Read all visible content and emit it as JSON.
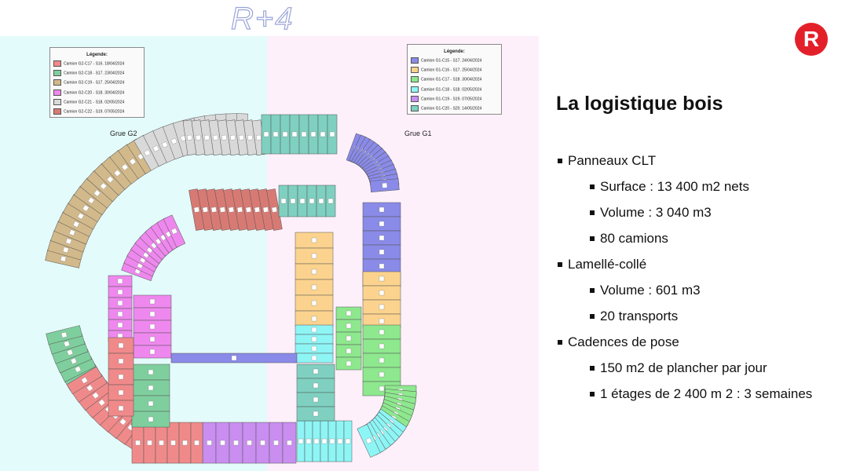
{
  "floor_label": "R+4",
  "logo": {
    "letter": "R",
    "color": "#e3202a"
  },
  "title": "La logistique bois",
  "bullets": [
    {
      "level": 1,
      "text": "Panneaux CLT"
    },
    {
      "level": 2,
      "text": "Surface : 13 400 m2 nets"
    },
    {
      "level": 2,
      "text": "Volume : 3 040 m3"
    },
    {
      "level": 2,
      "text": "80 camions"
    },
    {
      "level": 1,
      "text": "Lamellé-collé"
    },
    {
      "level": 2,
      "text": "Volume : 601 m3"
    },
    {
      "level": 2,
      "text": "20 transports"
    },
    {
      "level": 1,
      "text": "Cadences de pose"
    },
    {
      "level": 2,
      "text": "150 m2 de plancher par jour"
    },
    {
      "level": 2,
      "text": "1 étages de 2 400 m 2 : 3 semaines"
    }
  ],
  "plan": {
    "zone_colors": {
      "g2": "#e4fbfb",
      "g1": "#fdf0fb"
    },
    "cranes": {
      "g2": "Grue G2",
      "g1": "Grue G1"
    },
    "legend_g2": {
      "title": "Légende:",
      "items": [
        {
          "label": "Camion G2-C17 - S16. 18/04/2024",
          "color": "#f08a8a"
        },
        {
          "label": "Camion G2-C18 - S17. 23/04/2024",
          "color": "#7fcf9e"
        },
        {
          "label": "Camion G2-C19 - S17. 25/04/2024",
          "color": "#d2b98b"
        },
        {
          "label": "Camion G2-C20 - S18. 30/04/2024",
          "color": "#ee88ee"
        },
        {
          "label": "Camion G2-C21 - S18. 02/05/2024",
          "color": "#d9d9d9"
        },
        {
          "label": "Camion G2-C22 - S19. 07/05/2024",
          "color": "#d87a74"
        }
      ]
    },
    "legend_g1": {
      "title": "Légende:",
      "items": [
        {
          "label": "Camion G1-C15 - S17. 24/04/2024",
          "color": "#8a8ae8"
        },
        {
          "label": "Camion G1-C16 - S17. 25/04/2024",
          "color": "#fbd38e"
        },
        {
          "label": "Camion G1-C17 - S18. 30/04/2024",
          "color": "#8ee88e"
        },
        {
          "label": "Camion G1-C18 - S18. 02/05/2024",
          "color": "#8ef5f5"
        },
        {
          "label": "Camion G1-C19 - S19. 07/05/2024",
          "color": "#c98ef0"
        },
        {
          "label": "Camion G1-C20 - S20. 14/05/2024",
          "color": "#7fd0c0"
        }
      ]
    }
  }
}
